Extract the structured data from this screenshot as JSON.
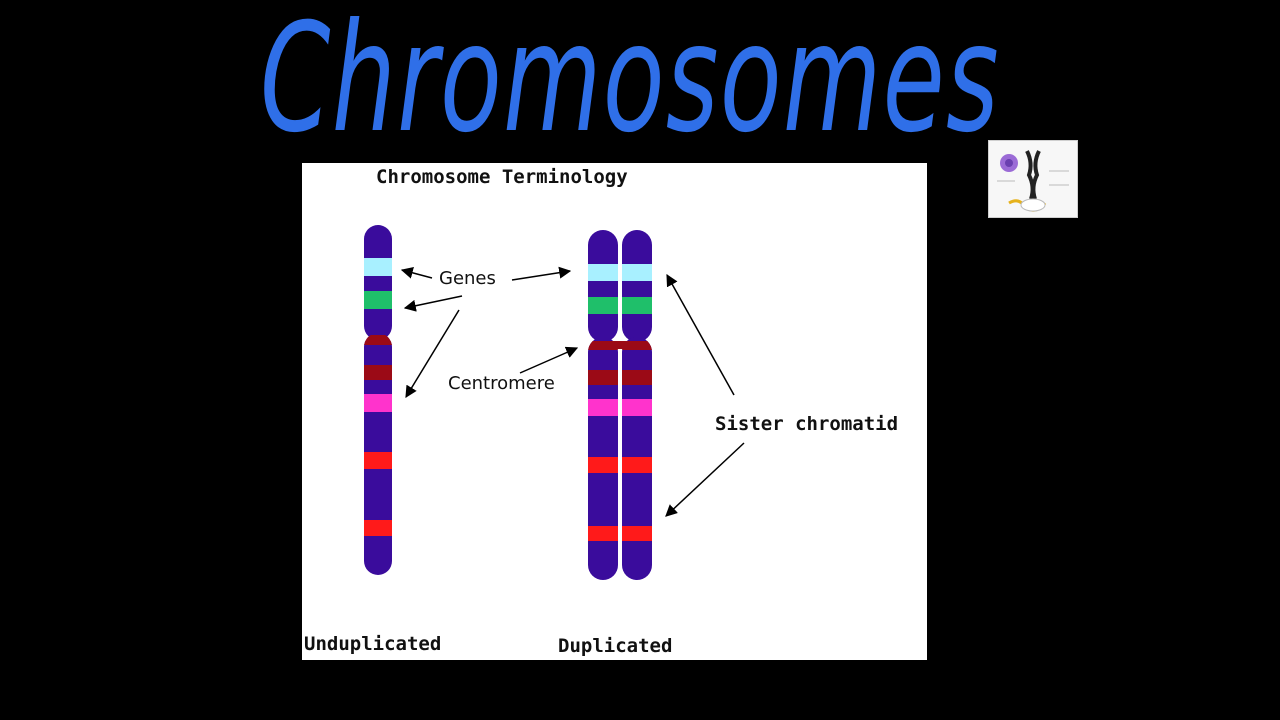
{
  "title": "Chromosomes",
  "slide": {
    "heading": "Chromosome Terminology",
    "labels": {
      "genes": "Genes",
      "centromere": "Centromere",
      "sister_chromatid": "Sister chromatid",
      "unduplicated": "Unduplicated",
      "duplicated": "Duplicated"
    }
  },
  "colors": {
    "title_ink": "#2f6fe8",
    "chromosome_body": "#3a0c9c",
    "gene_light_blue": "#a8f0ff",
    "gene_green": "#1fbf6a",
    "band_dark_red": "#9b0a16",
    "band_magenta": "#ff33cc",
    "band_red": "#ff1a1a"
  },
  "thumbnail": {
    "icon": "chromosome-thumbnail-icon"
  }
}
